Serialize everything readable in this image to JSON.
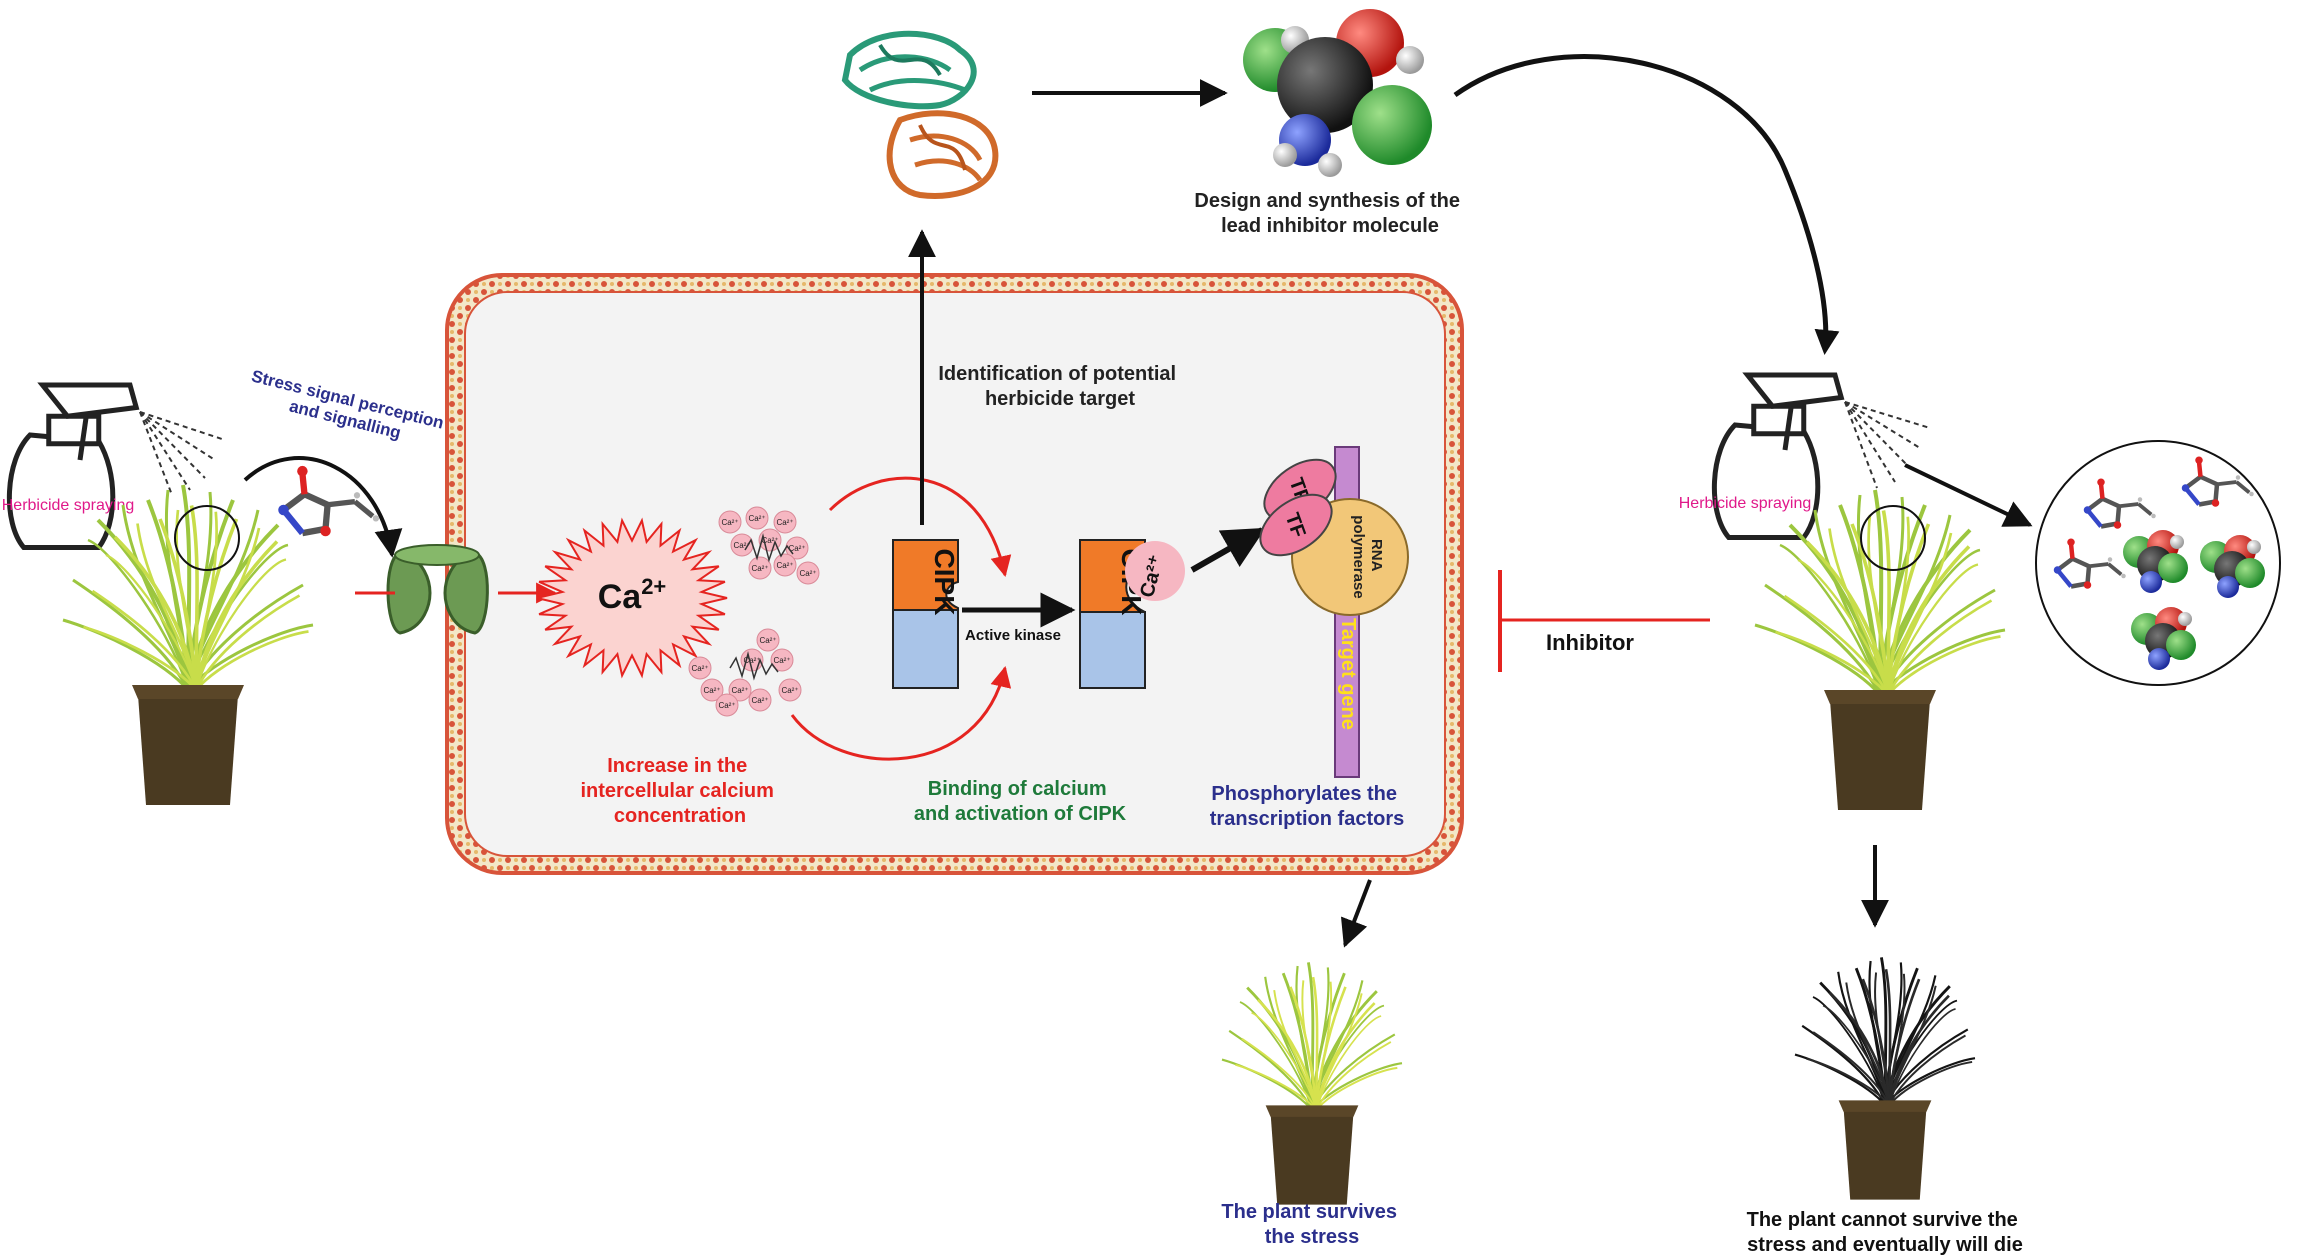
{
  "labels": {
    "herbicide_spraying_left": "Herbicide spraying",
    "herbicide_spraying_right": "Herbicide spraying",
    "stress_signal_line1": "Stress signal perception",
    "stress_signal_line2": "and signalling",
    "identification_line1": "Identification of potential",
    "identification_line2": "herbicide target",
    "design_line1": "Design and synthesis of the",
    "design_line2": "lead inhibitor molecule",
    "calcium_big_label": "Ca",
    "calcium_big_superscript": "2+",
    "calcium_small": "Ca²⁺",
    "increase_line1": "Increase in the",
    "increase_line2": "intercellular calcium",
    "increase_line3": "concentration",
    "cipk_label_1": "CIPK",
    "cipk_label_2": "CIPK",
    "ca_bound": "Ca²⁺",
    "active_kinase": "Active kinase",
    "binding_line1": "Binding of calcium",
    "binding_line2": "and activation of CIPK",
    "tf_label": "TF",
    "rna_pol_line1": "RNA",
    "rna_pol_line2": "polymerase",
    "target_gene": "Target gene",
    "phospho_line1": "Phosphorylates the",
    "phospho_line2": "transcription factors",
    "inhibitor": "Inhibitor",
    "survives_line1": "The plant survives",
    "survives_line2": "the stress",
    "dies_line1": "The plant cannot survive the",
    "dies_line2": "stress and eventually will die"
  },
  "colors": {
    "magenta": "#e0198a",
    "navy": "#2b2f8c",
    "red": "#e52420",
    "green": "#1e7a3a",
    "orange": "#f07a28",
    "blue": "#a9c4e8",
    "pink": "#f4a6b8",
    "membrane": "#d8543a",
    "pot": "#4a3a21",
    "grass": "#8cc63f",
    "dead_grass": "#1a1a1a"
  },
  "icons": [
    "spray-bottle-icon",
    "plant-pot-icon",
    "molecule-icon",
    "protein-structure-icon",
    "ion-channel-icon"
  ]
}
